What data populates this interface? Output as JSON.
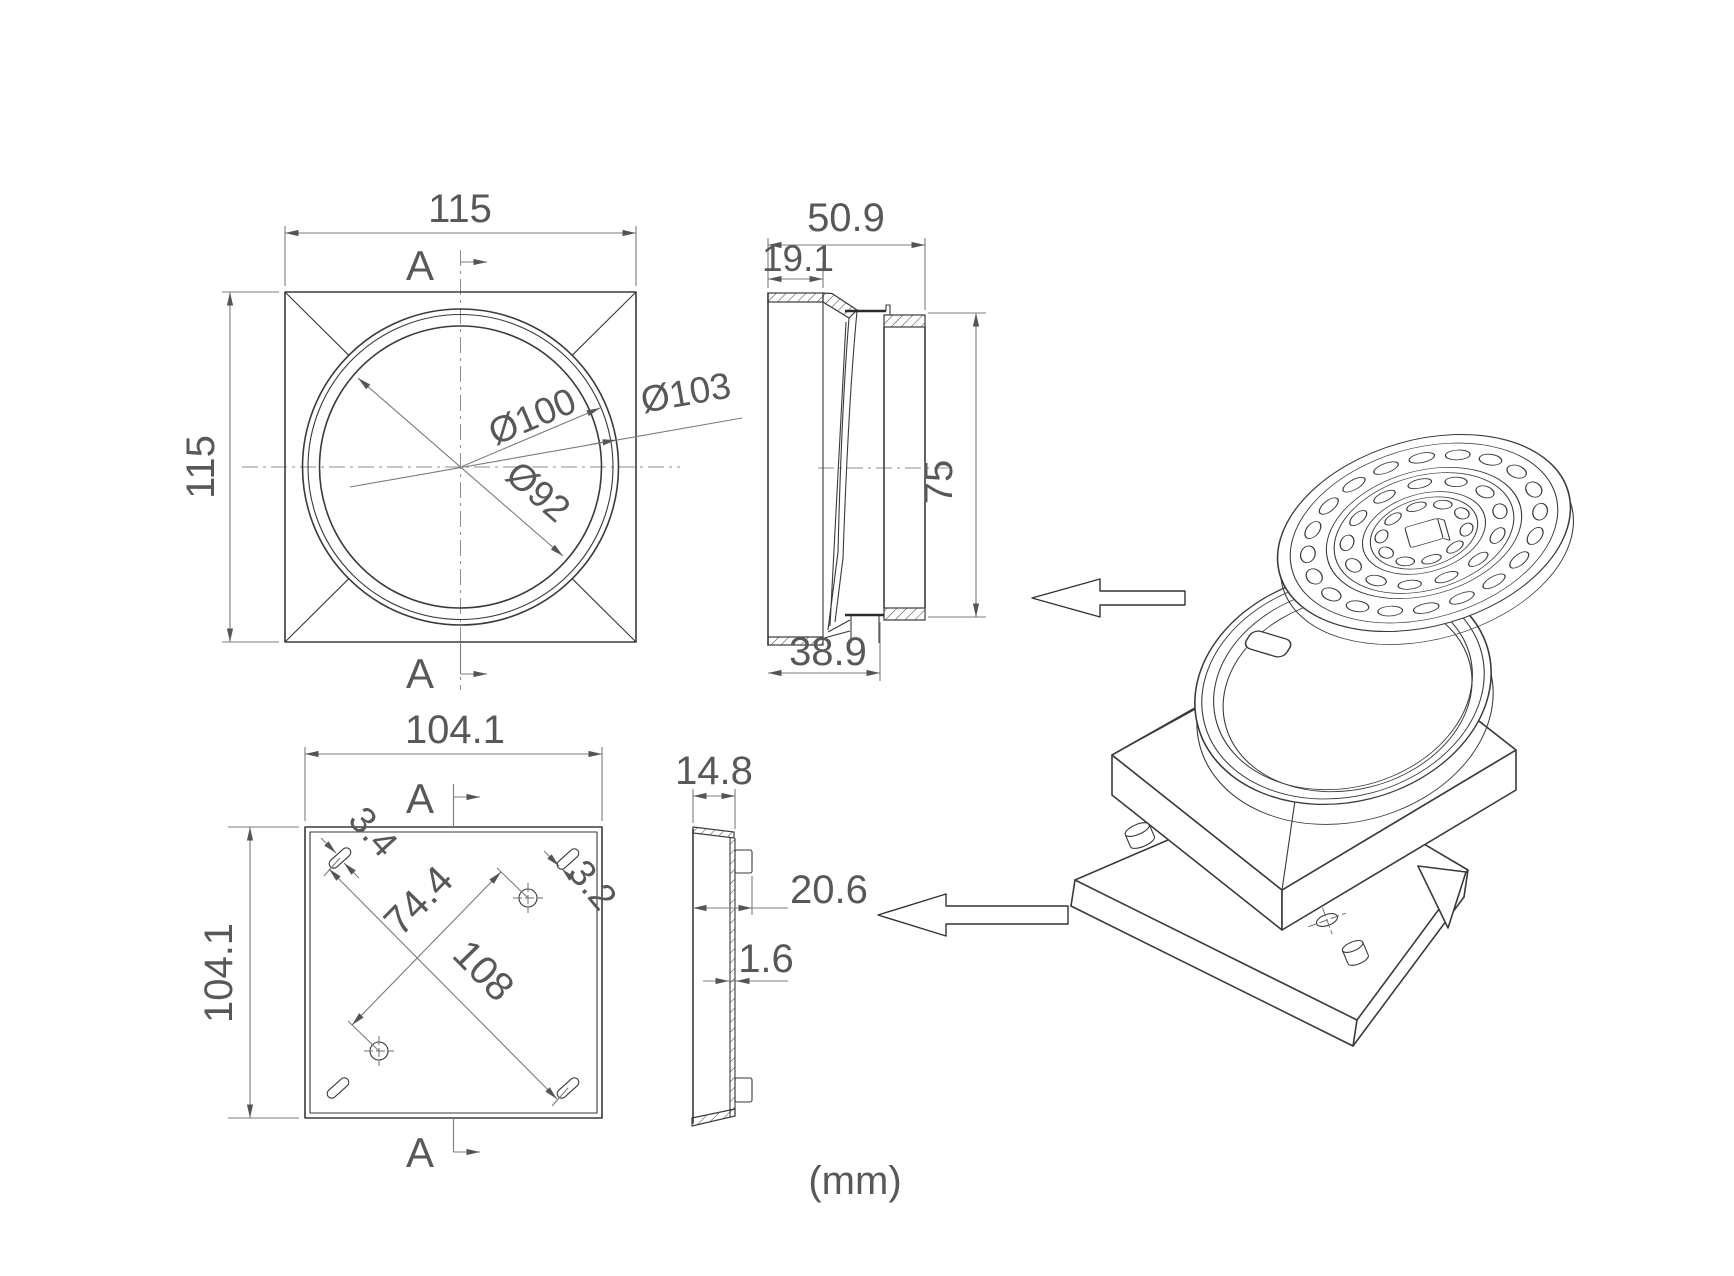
{
  "note": {
    "units": "(mm)"
  },
  "labels": {
    "section": "A"
  },
  "top_view": {
    "width": "115",
    "height": "115",
    "dia_mid": "Ø100",
    "dia_outer": "Ø103",
    "dia_inner": "Ø92"
  },
  "section_view": {
    "overall_width": "50.9",
    "flange_width": "19.1",
    "height": "75",
    "outlet_width": "38.9"
  },
  "bottom_view": {
    "width": "104.1",
    "height": "104.1",
    "slot_width_left": "3.4",
    "slot_width_right": "3.2",
    "hole_pitch": "74.4",
    "slot_pitch": "108"
  },
  "side_view": {
    "depth": "14.8",
    "tab_depth": "20.6",
    "thickness": "1.6"
  },
  "isometric": {
    "grate_rings": [
      {
        "count": 20,
        "R": 119,
        "rt": 13,
        "rr": 7.5,
        "phase": 9
      },
      {
        "count": 13,
        "R": 79,
        "rt": 12,
        "rr": 7,
        "phase": 0
      },
      {
        "count": 10,
        "R": 44,
        "rt": 10,
        "rr": 6.5,
        "phase": 18
      }
    ]
  }
}
